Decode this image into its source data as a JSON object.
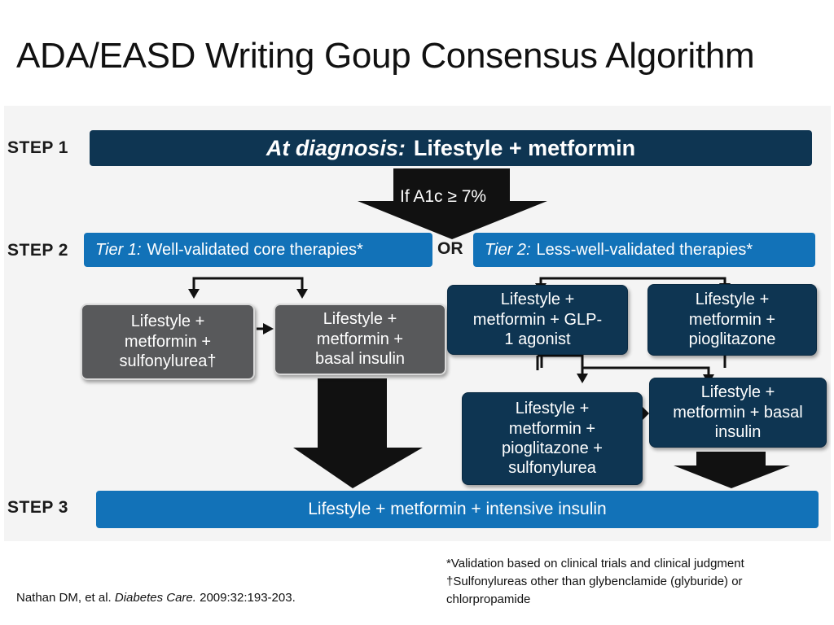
{
  "slide": {
    "title": "ADA/EASD Writing Goup Consensus Algorithm"
  },
  "diagram": {
    "step1_label": "STEP 1",
    "step2_label": "STEP 2",
    "step3_label": "STEP 3",
    "step1_bar_prefix": "At diagnosis:",
    "step1_bar_text": "Lifestyle + metformin",
    "arrow_condition": "If A1c ≥ 7%",
    "or_label": "OR",
    "tier1": {
      "prefix": "Tier 1:",
      "text": "Well-validated core therapies*"
    },
    "tier2": {
      "prefix": "Tier 2:",
      "text": "Less-well-validated therapies*"
    },
    "tier1_boxes": [
      {
        "lines": [
          "Lifestyle +",
          "metformin +",
          "sulfonylurea†"
        ]
      },
      {
        "lines": [
          "Lifestyle +",
          "metformin +",
          "basal insulin"
        ]
      }
    ],
    "tier2_boxes": [
      {
        "lines": [
          "Lifestyle +",
          "metformin + GLP-",
          "1 agonist"
        ]
      },
      {
        "lines": [
          "Lifestyle +",
          "metformin +",
          "pioglitazone"
        ]
      },
      {
        "lines": [
          "Lifestyle +",
          "metformin +",
          "pioglitazone +",
          "sulfonylurea"
        ]
      },
      {
        "lines": [
          "Lifestyle +",
          "metformin + basal",
          "insulin"
        ]
      }
    ],
    "step3_bar_text": "Lifestyle + metformin + intensive insulin",
    "colors": {
      "navy": "#0e3552",
      "blue": "#1272b8",
      "gray": "#58595b"
    }
  },
  "footnotes": {
    "line1": "*Validation based on clinical trials and clinical judgment",
    "line2": "†Sulfonylureas other than glybenclamide (glyburide) or",
    "line3": "chlorpropamide"
  },
  "citation": {
    "authors": "Nathan DM, et al.",
    "journal": "Diabetes Care.",
    "details": "2009:32:193-203."
  }
}
